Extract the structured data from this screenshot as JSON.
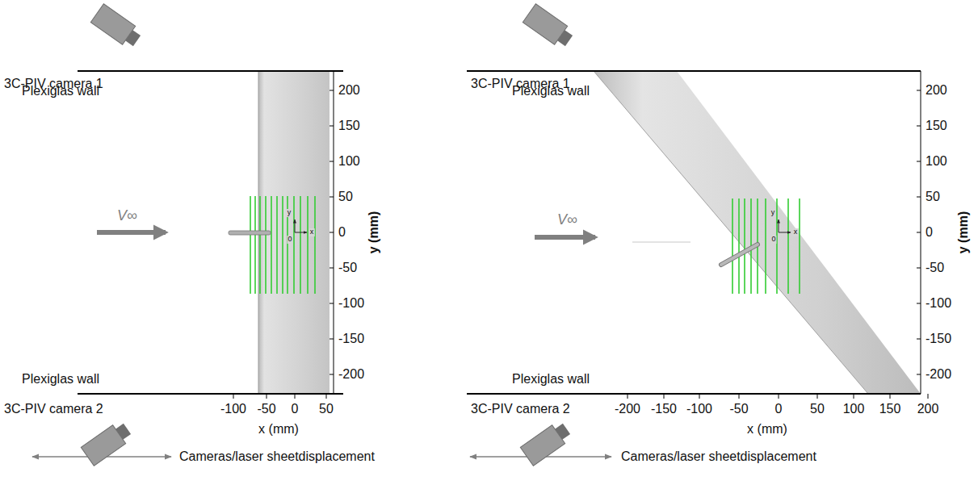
{
  "diagram": {
    "labels": [
      "3C-PIV camera 1",
      "Plexiglas wall",
      "V∞",
      "y",
      "x",
      "0",
      "Plexiglas wall",
      "3C-PIV camera 2",
      "200",
      "150",
      "100",
      "50",
      "0",
      "-50",
      "-100",
      "-150",
      "-200",
      "y (mm)",
      "-100",
      "-50",
      "0",
      "50",
      "x (mm)",
      "Cameras/laser sheetdisplacement",
      "3C-PIV camera 1",
      "Plexiglas wall",
      "V∞",
      "y",
      "x",
      "0",
      "Plexiglas wall",
      "3C-PIV camera 2",
      "200",
      "150",
      "100",
      "50",
      "0",
      "-50",
      "-100",
      "-150",
      "-200",
      "y (mm)",
      "-200",
      "-150",
      "-100",
      "-50",
      "0",
      "50",
      "100",
      "150",
      "200",
      "x (mm)",
      "Cameras/laser sheetdisplacement"
    ]
  }
}
